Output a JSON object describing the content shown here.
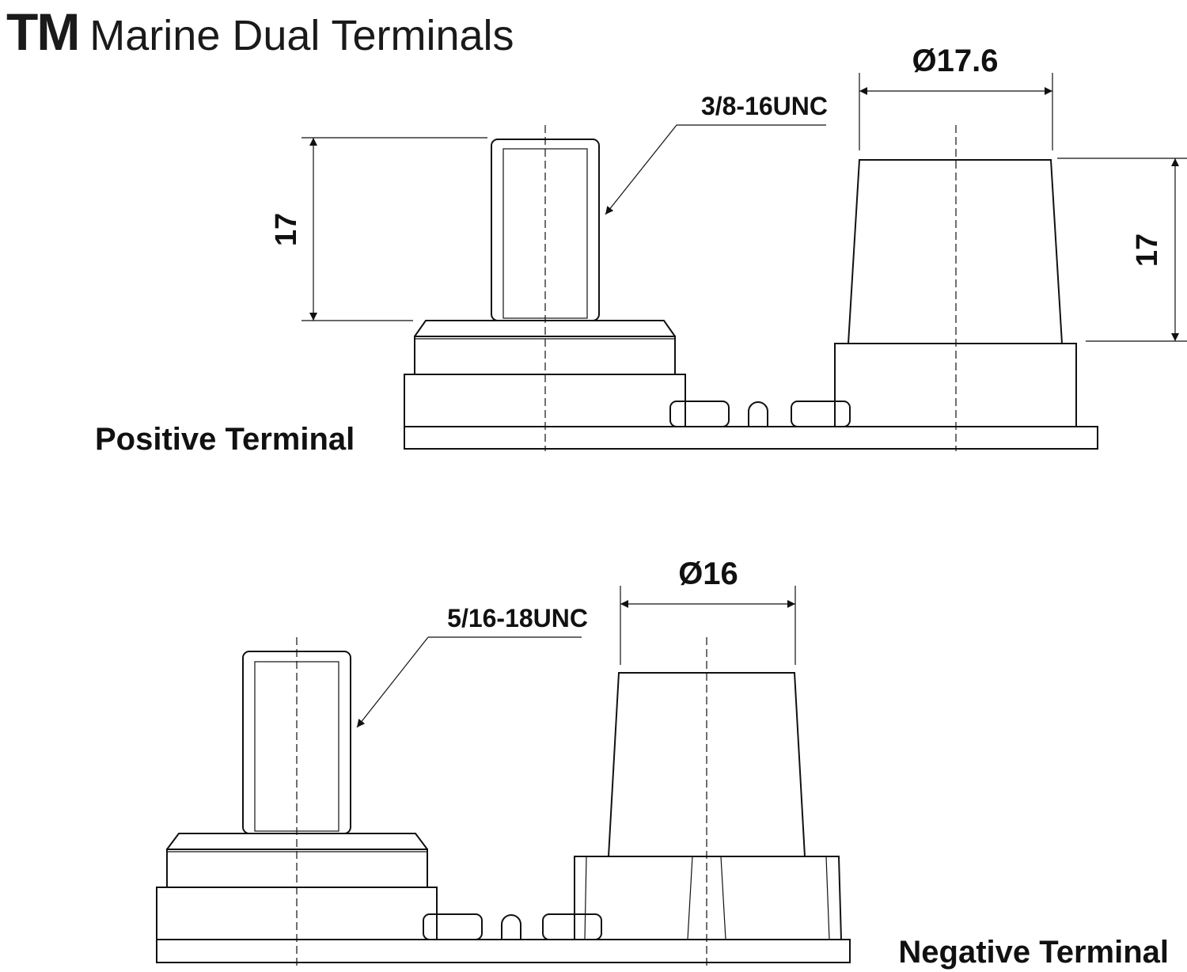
{
  "header": {
    "brand": "TM",
    "subtitle": "Marine Dual Terminals"
  },
  "positive_terminal": {
    "label": "Positive Terminal",
    "thread": "3/8-16UNC",
    "post_diameter": "Ø17.6",
    "stud_height": "17",
    "post_height": "17"
  },
  "negative_terminal": {
    "label": "Negative Terminal",
    "thread": "5/16-18UNC",
    "post_diameter": "Ø16"
  }
}
